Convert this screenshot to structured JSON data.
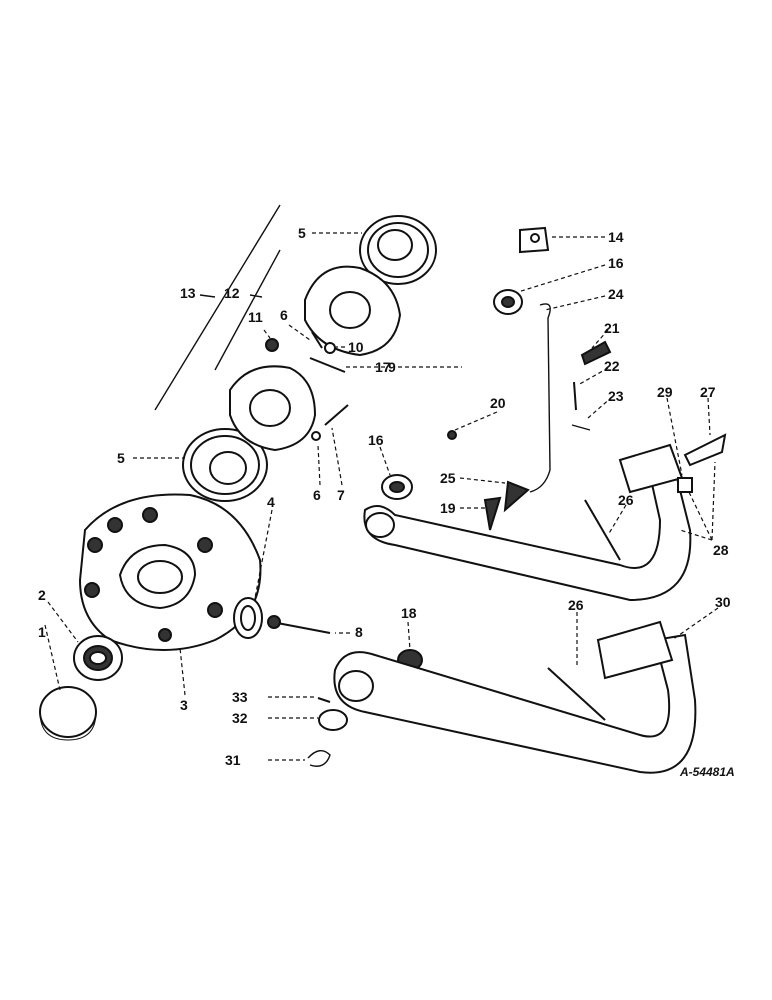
{
  "drawing_id": "A-54481A",
  "callouts": {
    "c1": "1",
    "c2": "2",
    "c3": "3",
    "c4": "4",
    "c5a": "5",
    "c5b": "5",
    "c6a": "6",
    "c6b": "6",
    "c7": "7",
    "c8": "8",
    "c9": "9",
    "c10": "10",
    "c11": "11",
    "c12": "12",
    "c13": "13",
    "c14": "14",
    "c16a": "16",
    "c16b": "16",
    "c17": "17",
    "c18": "18",
    "c19": "19",
    "c20": "20",
    "c21": "21",
    "c22": "22",
    "c23": "23",
    "c24": "24",
    "c25": "25",
    "c26a": "26",
    "c26b": "26",
    "c27": "27",
    "c28": "28",
    "c29": "29",
    "c30": "30",
    "c31": "31",
    "c32": "32",
    "c33": "33"
  }
}
